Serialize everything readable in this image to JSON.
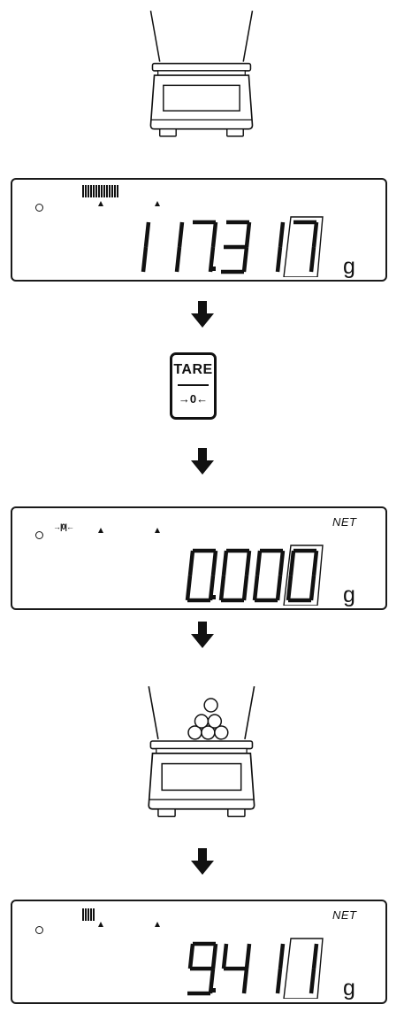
{
  "tare_key": {
    "label_top": "TARE",
    "label_bottom": "→0←"
  },
  "displays": [
    {
      "value": "117.317",
      "unit": "g",
      "net": "",
      "bar_segments": 14
    },
    {
      "value": "0.000",
      "unit": "g",
      "net": "NET",
      "zero_indicator": "→|0|←"
    },
    {
      "value": "9.411",
      "unit": "g",
      "net": "NET",
      "bar_segments": 5
    }
  ],
  "icons": {
    "scale_empty": "balance-scale-icon",
    "scale_loaded": "balance-scale-with-samples-icon",
    "arrow": "arrow-down-icon",
    "stable": "stability-indicator-icon"
  }
}
